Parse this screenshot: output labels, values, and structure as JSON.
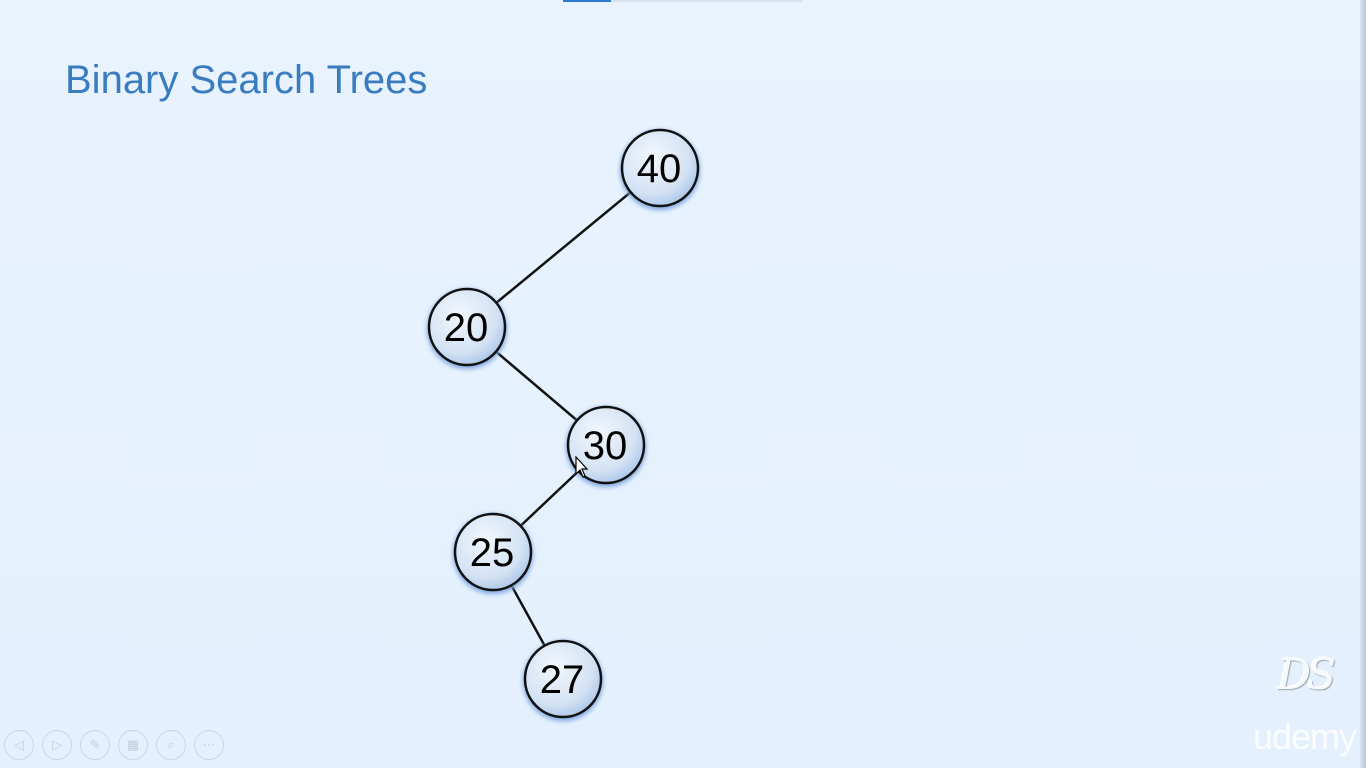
{
  "slide": {
    "title": "Binary Search Trees"
  },
  "progress": {
    "fraction": 0.2
  },
  "tree": {
    "nodes": [
      {
        "id": "n40",
        "label": "40"
      },
      {
        "id": "n20",
        "label": "20"
      },
      {
        "id": "n30",
        "label": "30"
      },
      {
        "id": "n25",
        "label": "25"
      },
      {
        "id": "n27",
        "label": "27"
      }
    ],
    "edges": [
      {
        "from": "n40",
        "to": "n20"
      },
      {
        "from": "n20",
        "to": "n30"
      },
      {
        "from": "n30",
        "to": "n25"
      },
      {
        "from": "n25",
        "to": "n27"
      }
    ]
  },
  "toolbar": {
    "buttons": [
      {
        "name": "previous-icon",
        "glyph": "◁"
      },
      {
        "name": "next-icon",
        "glyph": "▷"
      },
      {
        "name": "pen-icon",
        "glyph": "✎"
      },
      {
        "name": "slides-icon",
        "glyph": "▦"
      },
      {
        "name": "zoom-icon",
        "glyph": "⌕"
      },
      {
        "name": "more-icon",
        "glyph": "⋯"
      }
    ]
  },
  "watermark": {
    "logo": "DS",
    "brand": "udemy"
  },
  "colors": {
    "title": "#3a7cc0",
    "node_fill_inner": "#eef4fb",
    "node_fill_outer": "#b9d1ee",
    "node_stroke": "#111111",
    "node_glow": "#7fa7e0",
    "edge": "#111111"
  }
}
